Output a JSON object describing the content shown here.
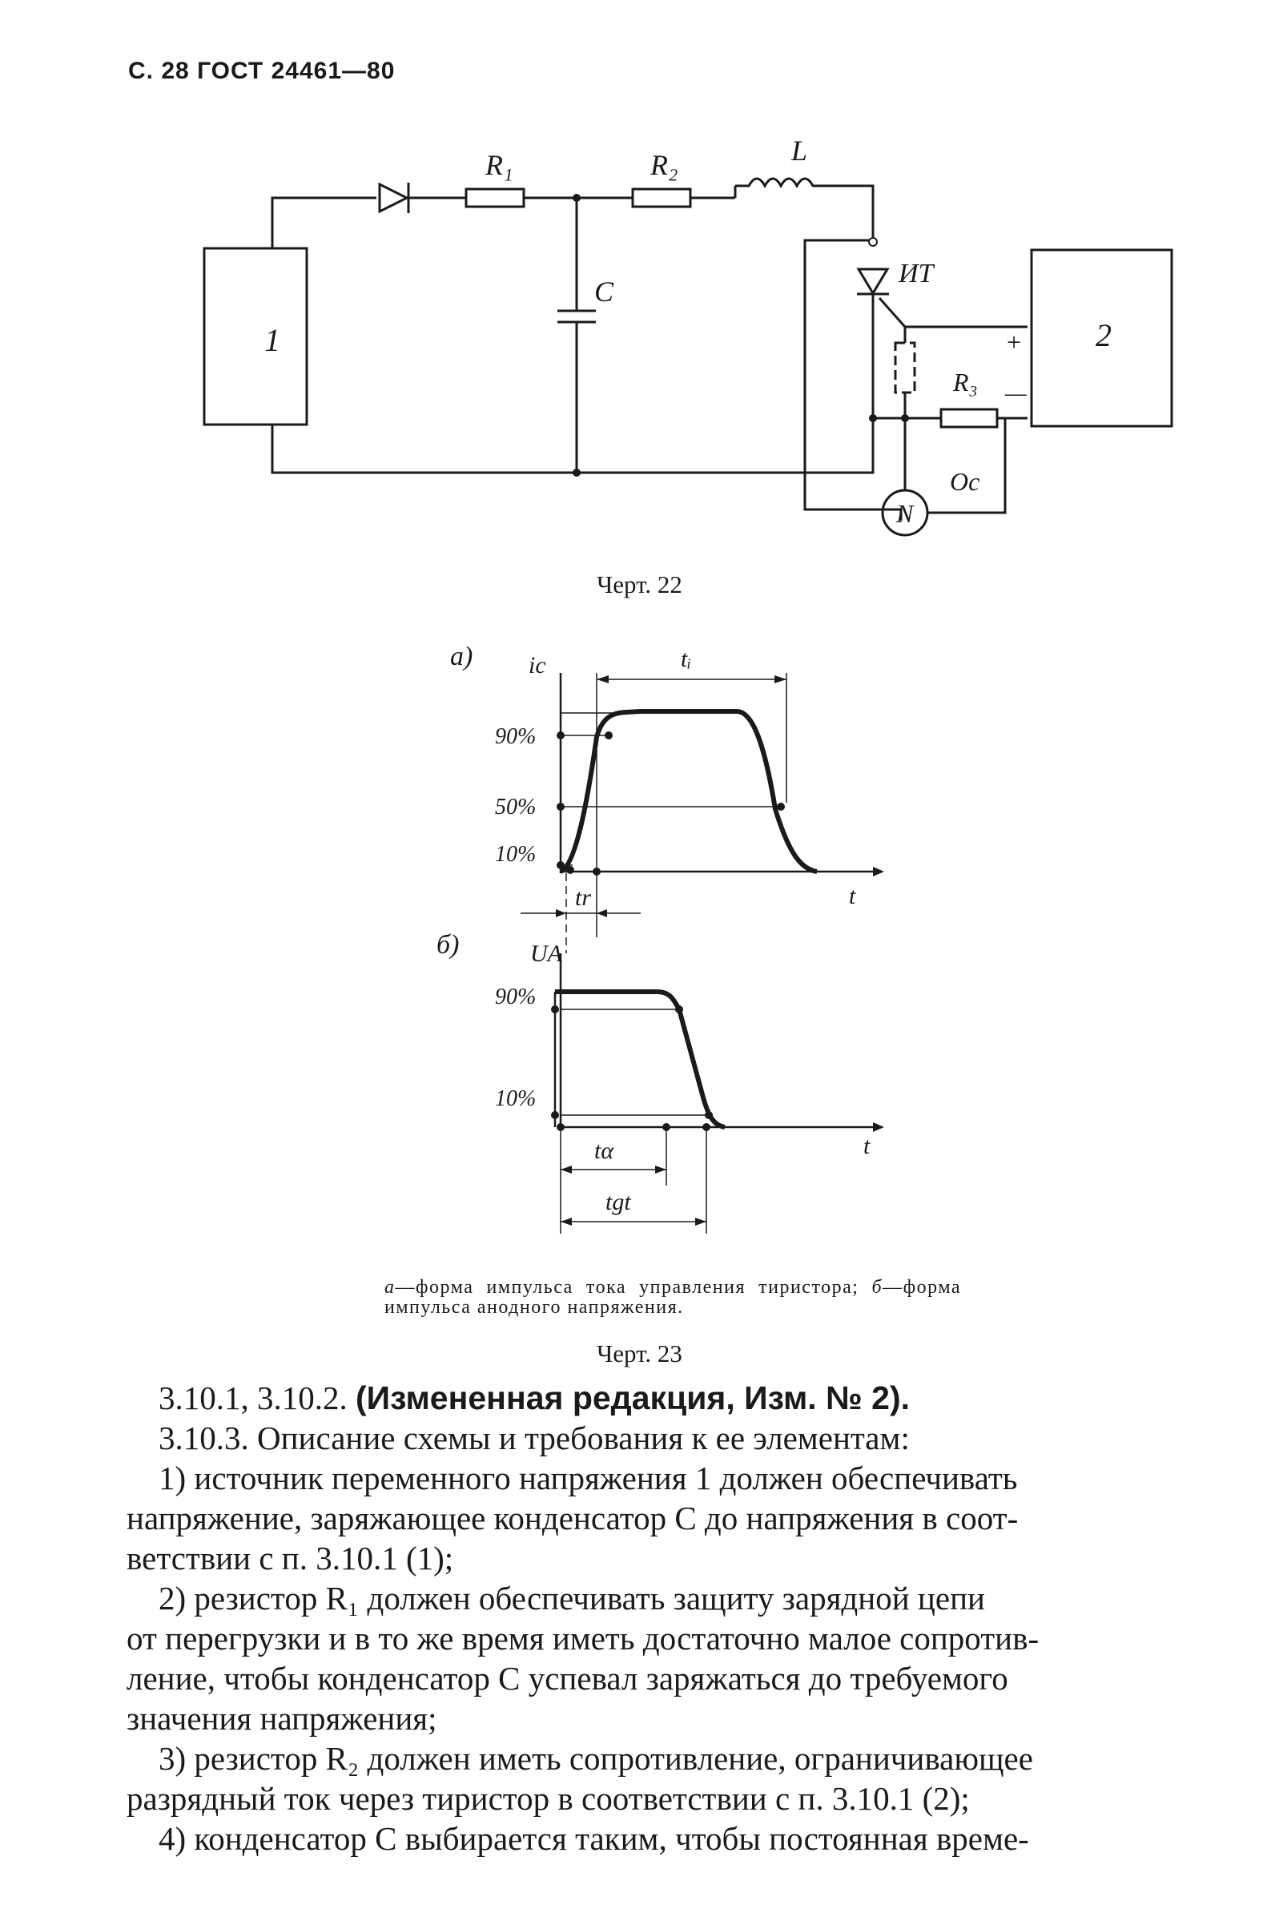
{
  "header": {
    "page": "С. 28",
    "standard": "ГОСТ 24461—80"
  },
  "fig22": {
    "labels": {
      "block1": "1",
      "block2": "2",
      "R1": "R₁",
      "R2": "R₂",
      "L": "L",
      "C": "C",
      "IT": "ИТ",
      "R3": "R₃",
      "plus": "+",
      "minus": "—",
      "N": "N",
      "Oc": "Оc"
    },
    "caption": "Черт. 22"
  },
  "fig23": {
    "a": {
      "panel": "а)",
      "axis_y": "iс",
      "axis_x": "t",
      "t_i": "tᵢ",
      "t_r": "tr",
      "p90": "90%",
      "p50": "50%",
      "p10": "10%"
    },
    "b": {
      "panel": "б)",
      "axis_y": "UA",
      "axis_x": "t",
      "t_d": "tα",
      "t_gt": "tgt",
      "p90": "90%",
      "p10": "10%"
    },
    "legend": {
      "a_key": "а",
      "a_text": "—форма импульса тока управления тиристора;",
      "b_key": "б",
      "b_text": "—форма импульса анодного напряжения."
    },
    "caption": "Черт. 23"
  },
  "text": {
    "p1_num": "3.10.1, 3.10.2.",
    "p1_bold": "(Измененная редакция, Изм. № 2).",
    "p2": "3.10.3. Описание схемы и требования к ее элементам:",
    "l1": "1) источник переменного напряжения 1 должен обеспечивать",
    "l2": "напряжение, заряжающее конденсатор С до напряжения в соот-",
    "l3": "ветствии с п. 3.10.1 (1);",
    "l4": "2) резистор R₁ должен обеспечивать защиту зарядной цепи",
    "l5": "от перегрузки и в то же время иметь достаточно малое сопротив-",
    "l6": "ление, чтобы конденсатор С успевал заряжаться до требуемого",
    "l7": "значения напряжения;",
    "l8": "3) резистор R₂ должен иметь сопротивление, ограничивающее",
    "l9": "разрядный ток через тиристор в соответствии с п. 3.10.1 (2);",
    "l10": "4) конденсатор С выбирается таким, чтобы постоянная време-"
  }
}
